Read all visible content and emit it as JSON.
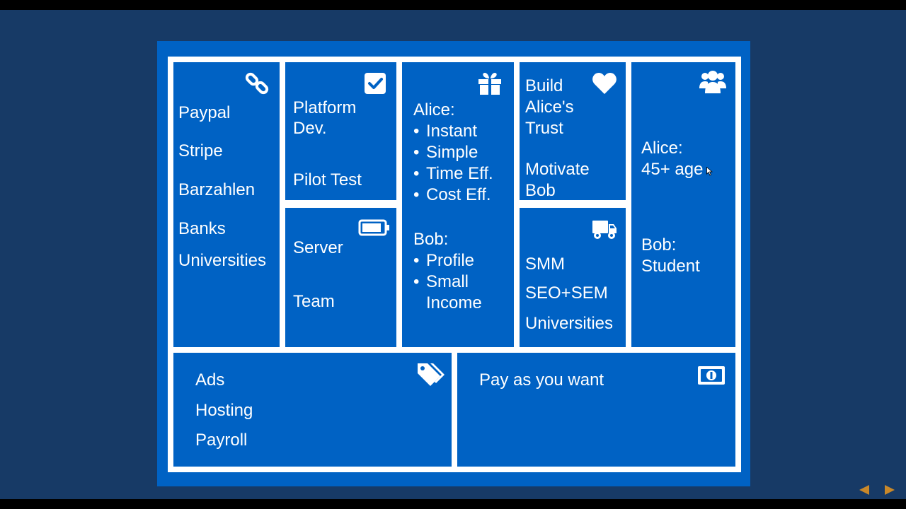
{
  "canvas": {
    "key_partners": {
      "icon": "link-icon",
      "items": [
        "Paypal",
        "Stripe",
        "Barzahlen",
        "Banks",
        "Universities"
      ]
    },
    "key_activities": {
      "icon": "checkbox-icon",
      "line1": "Platform",
      "line2": "Dev.",
      "line3": "Pilot Test"
    },
    "key_resources": {
      "icon": "battery-icon",
      "items": [
        "Server",
        "Team"
      ]
    },
    "value_propositions": {
      "icon": "gift-icon",
      "alice_heading": "Alice:",
      "alice_points": [
        "Instant",
        "Simple",
        "Time Eff.",
        "Cost Eff."
      ],
      "bob_heading": "Bob:",
      "bob_points": [
        "Profile",
        "Small"
      ],
      "bob_points_cont": "Income",
      "bullet": "•"
    },
    "customer_relationships": {
      "icon": "heart-icon",
      "line1": "Build",
      "line2": "Alice's",
      "line3": "Trust",
      "line4": "Motivate",
      "line5": "Bob"
    },
    "channels": {
      "icon": "truck-icon",
      "items": [
        "SMM",
        "SEO+SEM",
        "Universities"
      ]
    },
    "customer_segments": {
      "icon": "users-icon",
      "alice_line1": "Alice:",
      "alice_line2": "45+ age",
      "bob_line1": "Bob:",
      "bob_line2": "Student"
    },
    "cost_structure": {
      "icon": "tags-icon",
      "items": [
        "Ads",
        "Hosting",
        "Payroll"
      ]
    },
    "revenue_streams": {
      "icon": "money-icon",
      "items": [
        "Pay as you want"
      ]
    }
  },
  "colors": {
    "stage_bg": "#173a66",
    "slide_bg": "#0062c4",
    "grid_lines": "#ffffff",
    "text": "#ffffff",
    "nav_arrows": "#c8882a"
  },
  "nav": {
    "prev": "prev-slide",
    "next": "next-slide"
  }
}
